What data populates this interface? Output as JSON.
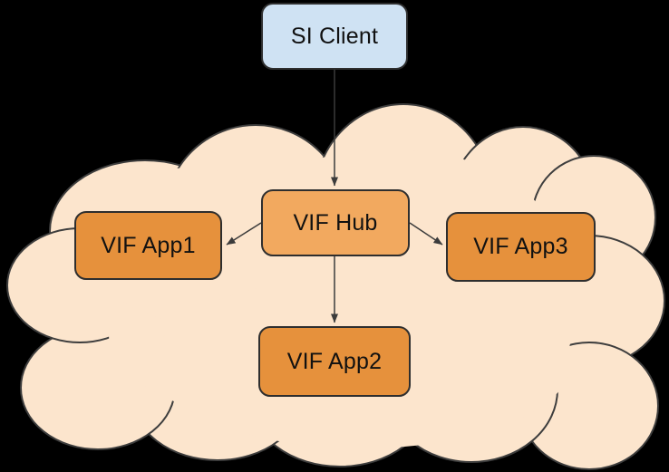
{
  "diagram": {
    "nodes": {
      "si_client": {
        "label": "SI Client"
      },
      "vif_hub": {
        "label": "VIF Hub"
      },
      "vif_app1": {
        "label": "VIF App1"
      },
      "vif_app2": {
        "label": "VIF App2"
      },
      "vif_app3": {
        "label": "VIF App3"
      }
    },
    "edges": [
      {
        "from": "si_client",
        "to": "vif_hub"
      },
      {
        "from": "vif_hub",
        "to": "vif_app1"
      },
      {
        "from": "vif_hub",
        "to": "vif_app3"
      },
      {
        "from": "vif_hub",
        "to": "vif_app2"
      }
    ],
    "cloud": {
      "name": "network-cloud"
    }
  },
  "colors": {
    "background": "#000000",
    "cloud_fill": "#fce5cd",
    "cloud_stroke": "#3d3d3d",
    "client_fill": "#cfe2f3",
    "hub_fill": "#f2a95f",
    "app_fill": "#e6913c",
    "node_stroke": "#2e2e2e",
    "arrow": "#3b3b3b",
    "text": "#111111"
  }
}
